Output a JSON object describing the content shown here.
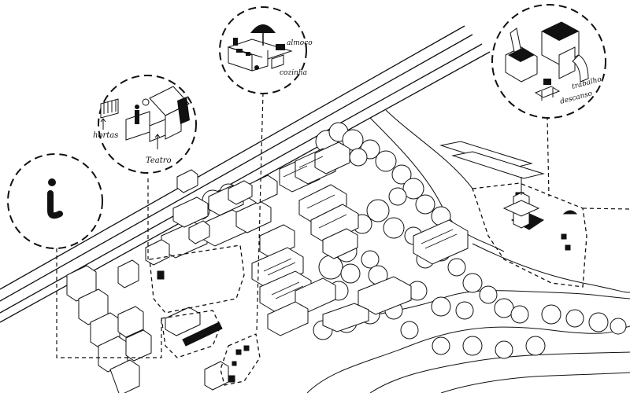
{
  "bubbles": {
    "info": {
      "symbol": "i"
    },
    "theatre": {
      "label_hortas": "hortas",
      "label_teatro": "Teatro"
    },
    "kitchen": {
      "label_almoco": "almoço",
      "label_cozinha": "cozinha"
    },
    "work": {
      "label_trabalho": "trabalho",
      "label_descanso": "descanso"
    }
  },
  "colors": {
    "ink": "#111111",
    "paper": "#ffffff"
  }
}
